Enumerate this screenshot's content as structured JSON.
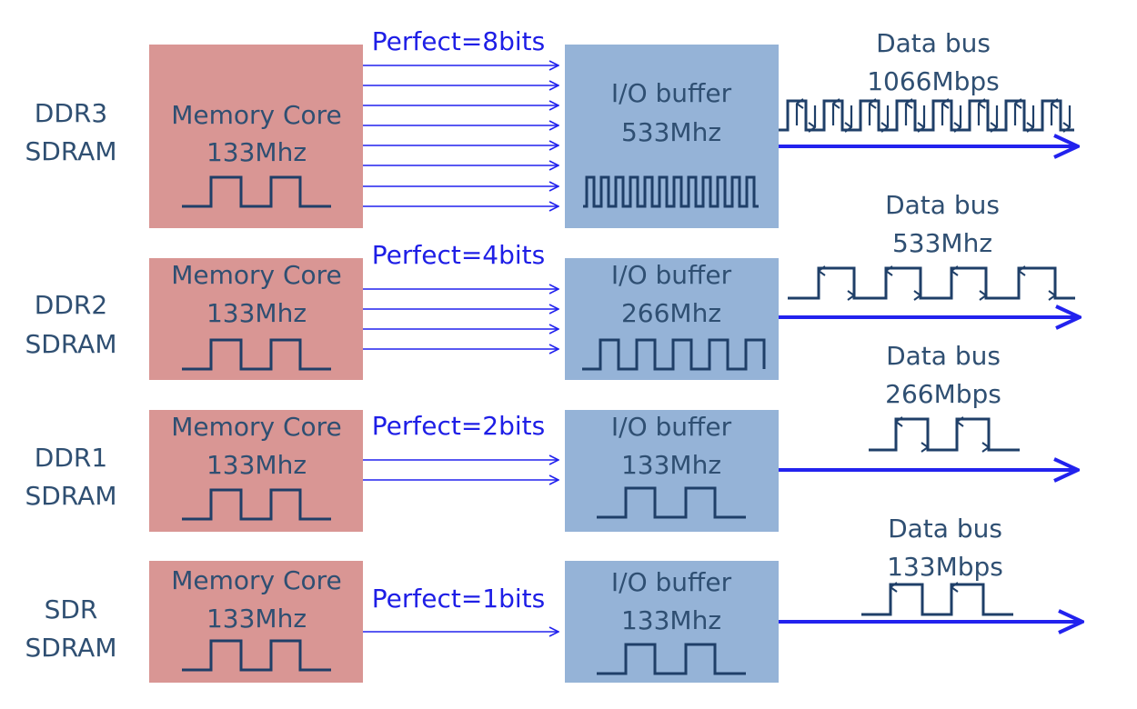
{
  "rows": [
    {
      "id": "ddr3",
      "label_line1": "DDR3",
      "label_line2": "SDRAM",
      "core_line1": "Memory Core",
      "core_line2": "133Mhz",
      "perfect": "Perfect=8bits",
      "prefetch_lines": 8,
      "buffer_line1": "I/O buffer",
      "buffer_line2": "533Mhz",
      "buffer_clock_pulses": 11,
      "bus_line1": "Data bus",
      "bus_line2": "1066Mbps"
    },
    {
      "id": "ddr2",
      "label_line1": "DDR2",
      "label_line2": "SDRAM",
      "core_line1": "Memory Core",
      "core_line2": "133Mhz",
      "perfect": "Perfect=4bits",
      "prefetch_lines": 4,
      "buffer_line1": "I/O buffer",
      "buffer_line2": "266Mhz",
      "buffer_clock_pulses": 4,
      "bus_line1": "Data bus",
      "bus_line2": "533Mhz"
    },
    {
      "id": "ddr1",
      "label_line1": "DDR1",
      "label_line2": "SDRAM",
      "core_line1": "Memory Core",
      "core_line2": "133Mhz",
      "perfect": "Perfect=2bits",
      "prefetch_lines": 2,
      "buffer_line1": "I/O buffer",
      "buffer_line2": "133Mhz",
      "buffer_clock_pulses": 2,
      "bus_line1": "Data bus",
      "bus_line2": "266Mbps"
    },
    {
      "id": "sdr",
      "label_line1": "SDR",
      "label_line2": "SDRAM",
      "core_line1": "Memory Core",
      "core_line2": "133Mhz",
      "perfect": "Perfect=1bits",
      "prefetch_lines": 1,
      "buffer_line1": "I/O buffer",
      "buffer_line2": "133Mhz",
      "buffer_clock_pulses": 2,
      "bus_line1": "Data bus",
      "bus_line2": "133Mbps"
    }
  ],
  "colors": {
    "core_fill": "#d99694",
    "buffer_fill": "#95b3d7",
    "text": "#2f4f72",
    "perfect_text": "#1e1ee6",
    "arrow": "#2222ee",
    "waveform": "#1f3f68"
  }
}
